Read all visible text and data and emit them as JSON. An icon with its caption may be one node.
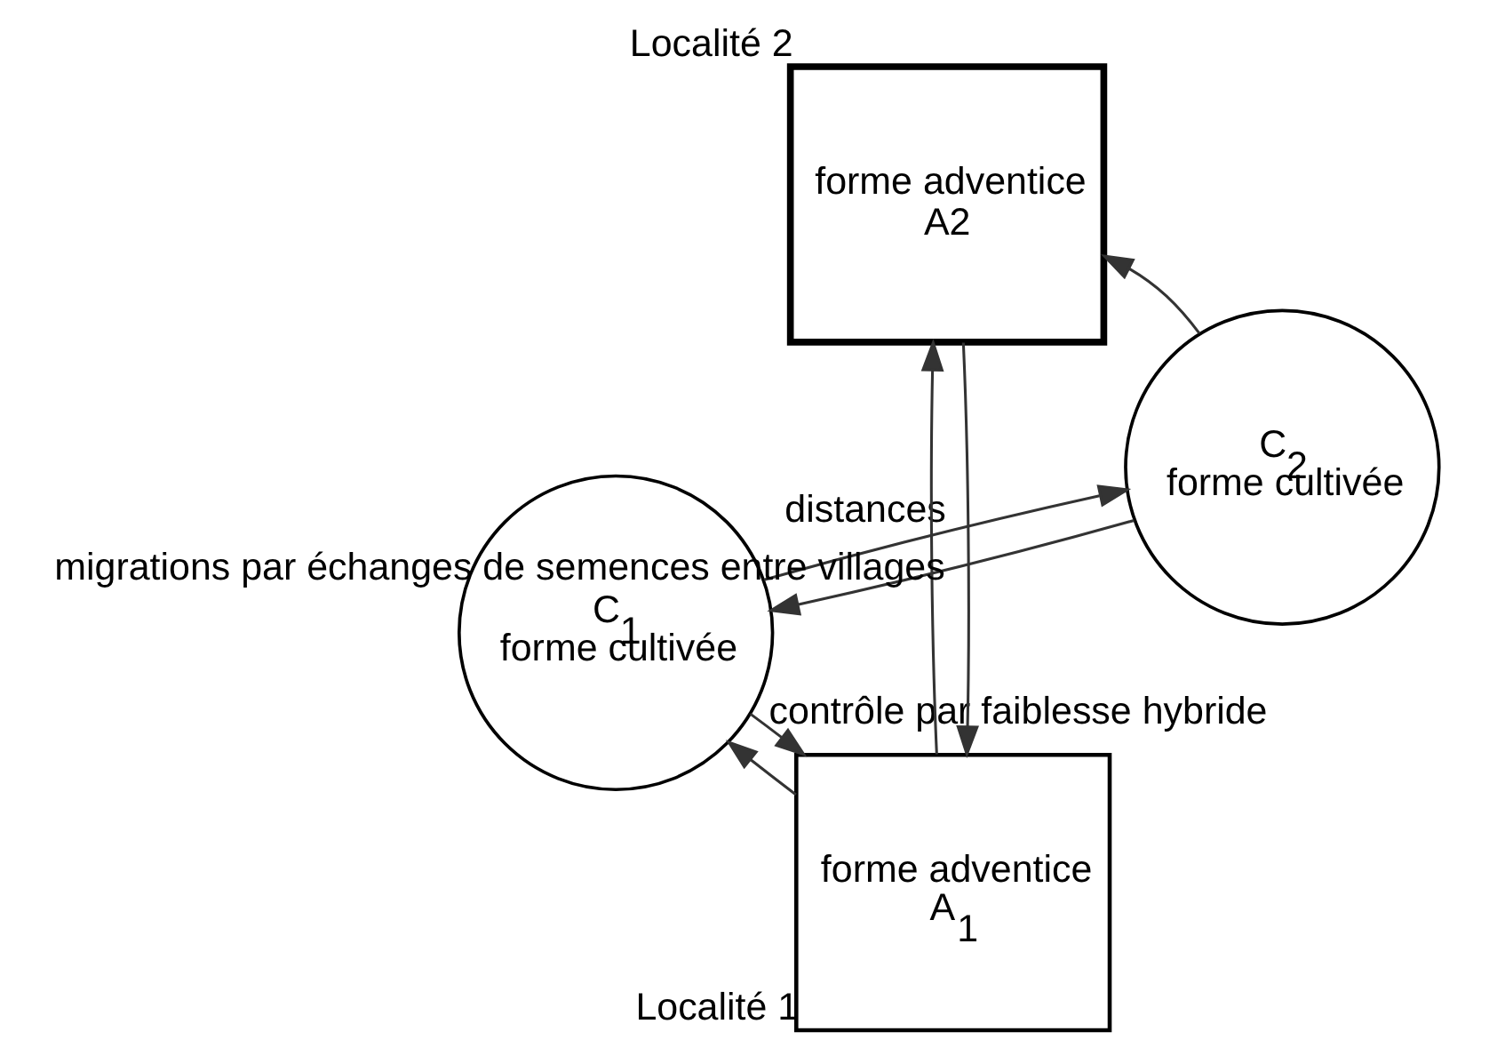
{
  "diagram": {
    "nodes": [
      {
        "text": [
          "C$_{1}$",
          "forme cultivée"
        ]
      },
      {
        "text": [
          "C$_{2}$",
          "forme cultivée"
        ]
      },
      {
        "text": [
          "forme adventice",
          "A$_{1}$"
        ],
        "beside": [
          "Localité 1"
        ]
      },
      {
        "text": [
          "forme adventice",
          "A2"
        ],
        "beside": [
          "Localité 2"
        ]
      }
    ],
    "edges": [
      {
        "from": 0,
        "to": 1,
        "arrow": "to",
        "label": "distances"
      },
      {
        "from": 1,
        "to": 0,
        "arrow": "to"
      },
      {
        "from": 0,
        "to": 2,
        "arrow": "to",
        "label": "contrôle par faiblesse hybride"
      },
      {
        "from": 2,
        "to": 0,
        "arrow": "to"
      },
      {
        "from": 1,
        "to": 3,
        "arrow": "to"
      },
      {
        "from": 2,
        "to": 3,
        "arrow": "to",
        "label": "migrations par échanges de semences entre villages"
      },
      {
        "from": 3,
        "to": 2,
        "arrow": "to"
      }
    ]
  }
}
